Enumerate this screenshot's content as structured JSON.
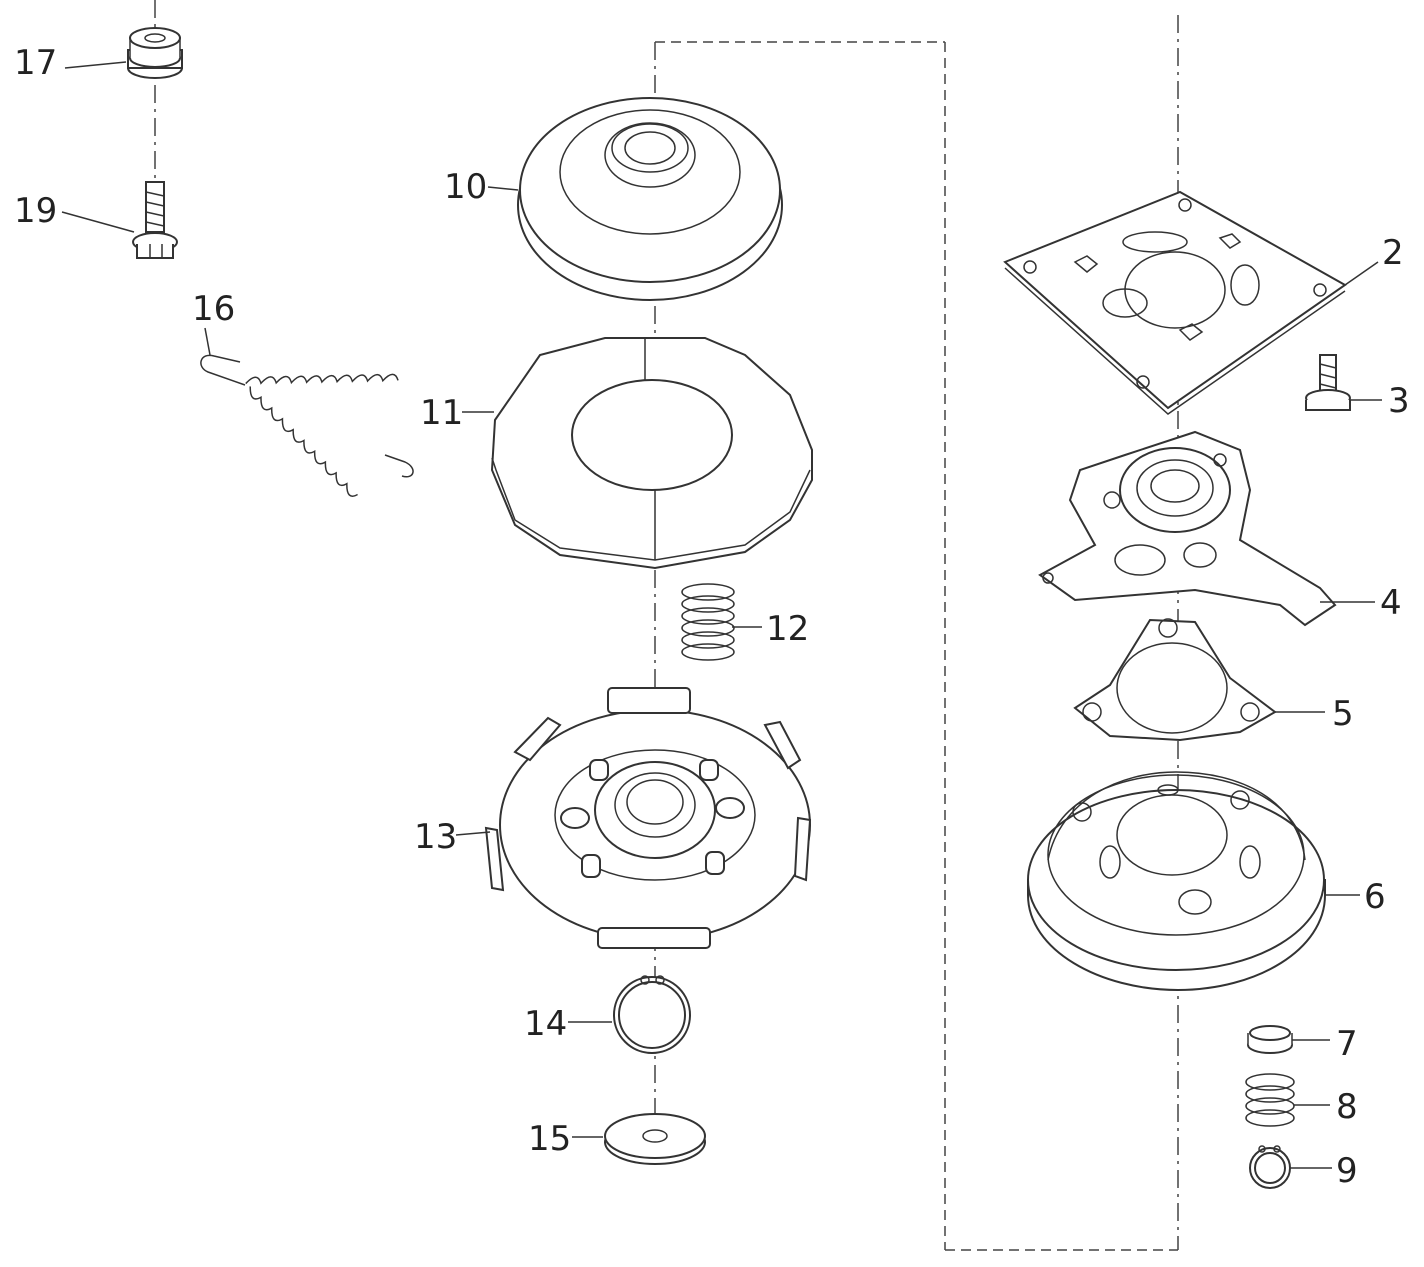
{
  "callouts": [
    {
      "id": "2",
      "label": "2"
    },
    {
      "id": "3",
      "label": "3"
    },
    {
      "id": "4",
      "label": "4"
    },
    {
      "id": "5",
      "label": "5"
    },
    {
      "id": "6",
      "label": "6"
    },
    {
      "id": "7",
      "label": "7"
    },
    {
      "id": "8",
      "label": "8"
    },
    {
      "id": "9",
      "label": "9"
    },
    {
      "id": "10",
      "label": "10"
    },
    {
      "id": "11",
      "label": "11"
    },
    {
      "id": "12",
      "label": "12"
    },
    {
      "id": "13",
      "label": "13"
    },
    {
      "id": "14",
      "label": "14"
    },
    {
      "id": "15",
      "label": "15"
    },
    {
      "id": "16",
      "label": "16"
    },
    {
      "id": "17",
      "label": "17"
    },
    {
      "id": "19",
      "label": "19"
    }
  ]
}
